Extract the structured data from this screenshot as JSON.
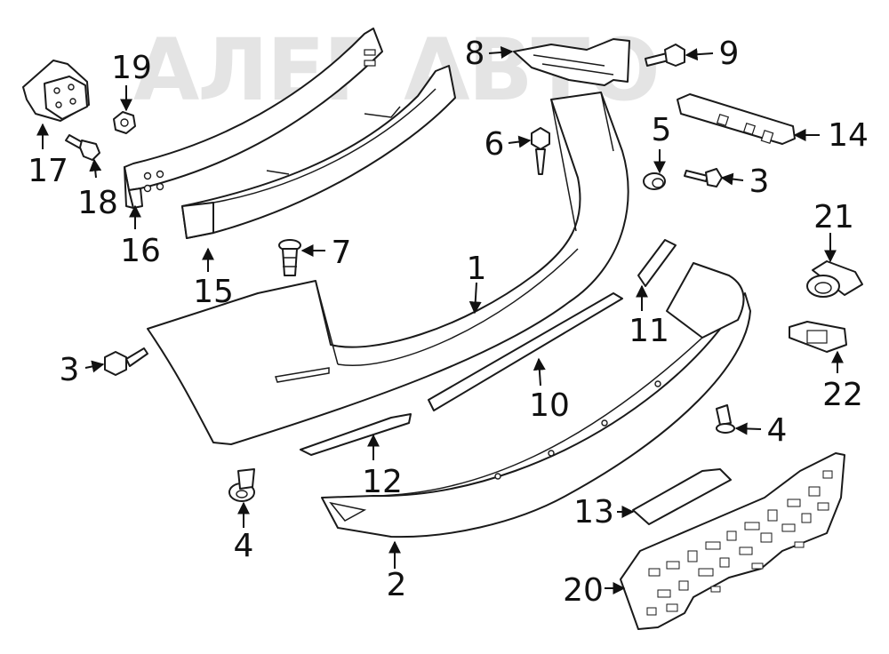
{
  "watermark": {
    "text": "АЛЕГ АВТО"
  },
  "callouts": [
    {
      "id": "1",
      "label": "1"
    },
    {
      "id": "2",
      "label": "2"
    },
    {
      "id": "3a",
      "label": "3"
    },
    {
      "id": "3b",
      "label": "3"
    },
    {
      "id": "4a",
      "label": "4"
    },
    {
      "id": "4b",
      "label": "4"
    },
    {
      "id": "5",
      "label": "5"
    },
    {
      "id": "6",
      "label": "6"
    },
    {
      "id": "7",
      "label": "7"
    },
    {
      "id": "8",
      "label": "8"
    },
    {
      "id": "9",
      "label": "9"
    },
    {
      "id": "10",
      "label": "10"
    },
    {
      "id": "11",
      "label": "11"
    },
    {
      "id": "12",
      "label": "12"
    },
    {
      "id": "13",
      "label": "13"
    },
    {
      "id": "14",
      "label": "14"
    },
    {
      "id": "15",
      "label": "15"
    },
    {
      "id": "16",
      "label": "16"
    },
    {
      "id": "17",
      "label": "17"
    },
    {
      "id": "18",
      "label": "18"
    },
    {
      "id": "19",
      "label": "19"
    },
    {
      "id": "20",
      "label": "20"
    },
    {
      "id": "21",
      "label": "21"
    },
    {
      "id": "22",
      "label": "22"
    }
  ],
  "colors": {
    "line": "#1a1a1a",
    "background": "#ffffff",
    "watermark": "#cfcfcf"
  }
}
